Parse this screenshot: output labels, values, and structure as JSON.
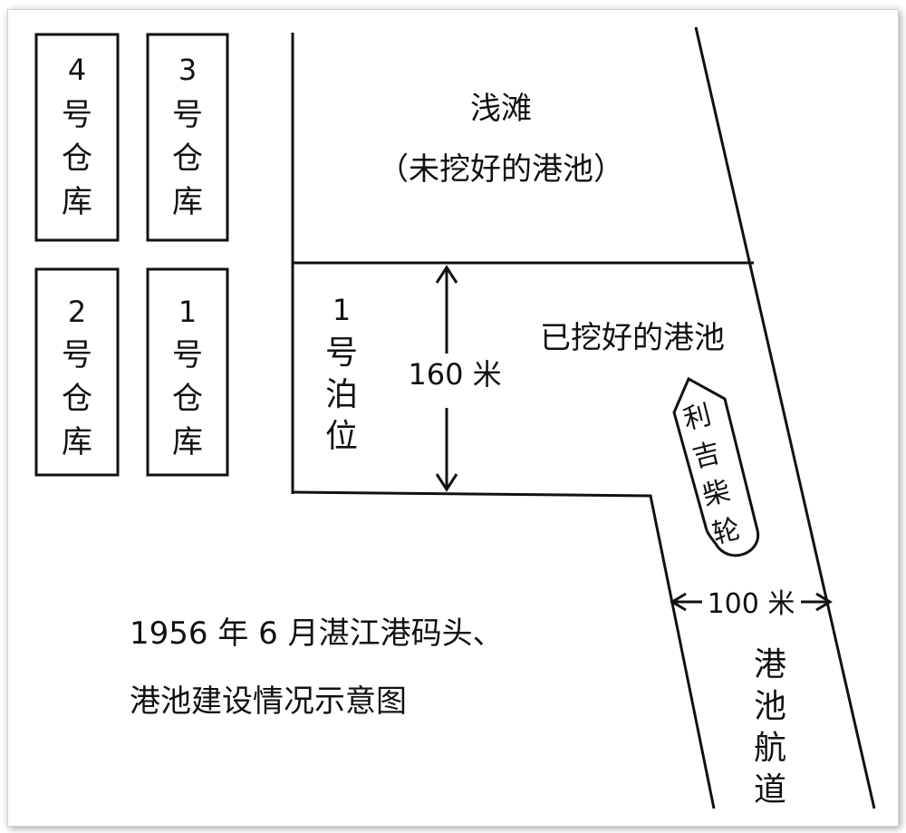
{
  "warehouses": [
    {
      "num": "4",
      "chars": [
        "号",
        "仓",
        "库"
      ]
    },
    {
      "num": "3",
      "chars": [
        "号",
        "仓",
        "库"
      ]
    },
    {
      "num": "2",
      "chars": [
        "号",
        "仓",
        "库"
      ]
    },
    {
      "num": "1",
      "chars": [
        "号",
        "仓",
        "库"
      ]
    }
  ],
  "shoal": {
    "title": "浅滩",
    "subtitle": "（未挖好的港池）"
  },
  "berth": {
    "chars": [
      "1",
      "号",
      "泊",
      "位"
    ]
  },
  "dug_basin": "已挖好的港池",
  "width_160": "160 米",
  "ship": {
    "chars": [
      "利",
      "吉",
      "柴",
      "轮"
    ]
  },
  "channel_width": "100 米",
  "channel": {
    "chars": [
      "港",
      "池",
      "航",
      "道"
    ]
  },
  "caption": {
    "line1": "1956 年 6 月湛江港码头、",
    "line2": "港池建设情况示意图"
  }
}
